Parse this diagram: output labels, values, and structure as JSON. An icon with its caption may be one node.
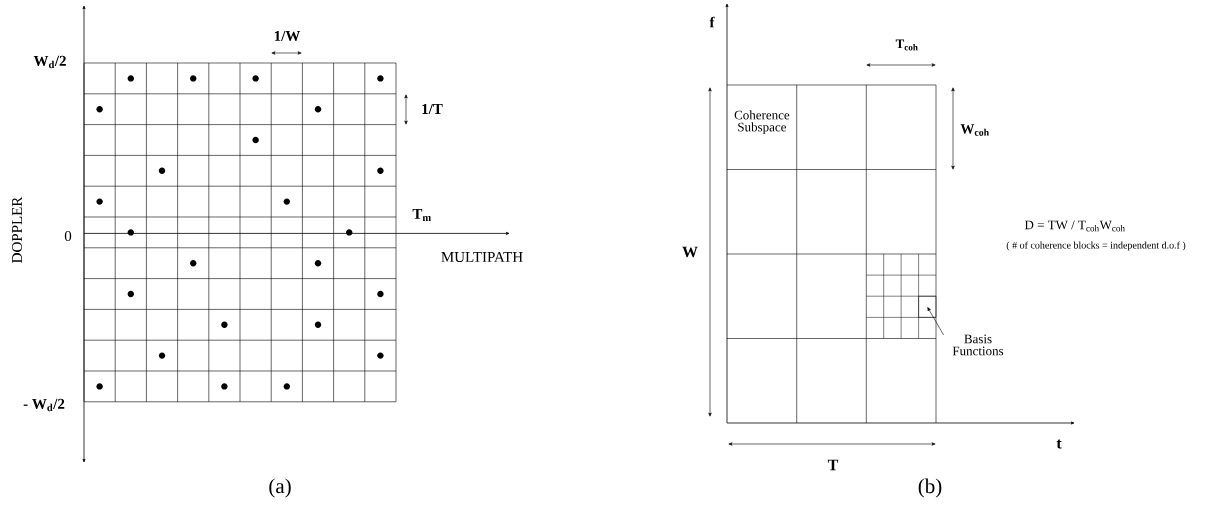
{
  "diagram": {
    "nodes": [
      {
        "text": [
          "Coherence Subspace"
        ]
      },
      {
        "text": [
          "Basis Functions"
        ]
      },
      {
        "text": [],
        "shape": "box"
      }
    ],
    "edges": [
      {
        "from": 1,
        "to": 2,
        "arrow": "to"
      }
    ],
    "labels": [
      "W$_{d}$/2",
      "1/W",
      "1/T",
      "DOPPLER",
      "T$_{m}$",
      "0",
      "MULTIPATH",
      "- W$_{d}$/2",
      "(a)",
      "f",
      "T$_{coh}$",
      "W$_{coh}$",
      "W",
      "D = TW / T$_{coh}$W$_{coh}$",
      "( # of coherence blocks = independent d.o.f )",
      "t",
      "T",
      "(b)"
    ]
  }
}
